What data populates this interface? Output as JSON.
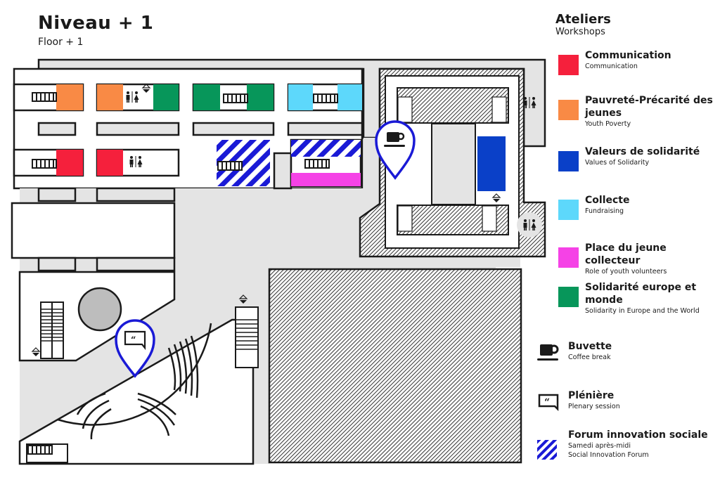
{
  "header": {
    "title": "Niveau + 1",
    "subtitle": "Floor + 1"
  },
  "legend": {
    "heading": "Ateliers",
    "subheading": "Workshops",
    "workshops": [
      {
        "label": "Communication",
        "desc": "Communication",
        "color": "#f5203c"
      },
      {
        "label": "Pauvreté-Précarité des jeunes",
        "desc": "Youth Poverty",
        "color": "#f98a45"
      },
      {
        "label": "Valeurs de solidarité",
        "desc": "Values of Solidarity",
        "color": "#0a40c8"
      },
      {
        "label": "Collecte",
        "desc": "Fundraising",
        "color": "#5dd8fb"
      },
      {
        "label": "Place du jeune collecteur",
        "desc": "Role of youth volunteers",
        "color": "#f542e6"
      },
      {
        "label": "Solidarité europe et monde",
        "desc": "Solidarity in Europe and the World",
        "color": "#07965a"
      }
    ],
    "points": [
      {
        "icon": "coffee-cup-icon",
        "label": "Buvette",
        "desc": "Coffee break"
      },
      {
        "icon": "speech-bubble-quote-icon",
        "label": "Plénière",
        "desc": "Plenary session"
      },
      {
        "icon": "blue-hatch-icon",
        "label": "Forum innovation sociale",
        "desc": "Samedi après-midi",
        "desc2": "Social Innovation Forum"
      }
    ]
  },
  "map": {
    "pin_color": "#1a1ad6",
    "wall_color": "#1a1a1a",
    "corridor_color": "#e4e4e4",
    "pins": [
      {
        "name": "coffee-break-pin",
        "icon": "coffee-cup-icon"
      },
      {
        "name": "plenary-session-pin",
        "icon": "speech-bubble-quote-icon"
      }
    ]
  }
}
